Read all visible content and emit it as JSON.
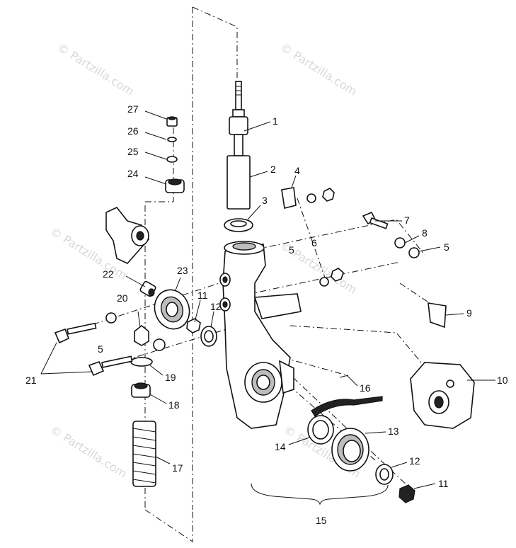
{
  "watermark": "© Partzilla.com",
  "callouts": {
    "c1": "1",
    "c2": "2",
    "c3": "3",
    "c4": "4",
    "c5a": "5",
    "c5b": "5",
    "c5c": "5",
    "c6": "6",
    "c7": "7",
    "c8": "8",
    "c9": "9",
    "c10": "10",
    "c11a": "11",
    "c11b": "11",
    "c12a": "12",
    "c12b": "12",
    "c13": "13",
    "c14": "14",
    "c15": "15",
    "c16": "16",
    "c17": "17",
    "c18": "18",
    "c19": "19",
    "c20": "20",
    "c21": "21",
    "c22": "22",
    "c23": "23",
    "c24": "24",
    "c25": "25",
    "c26": "26",
    "c27": "27"
  }
}
